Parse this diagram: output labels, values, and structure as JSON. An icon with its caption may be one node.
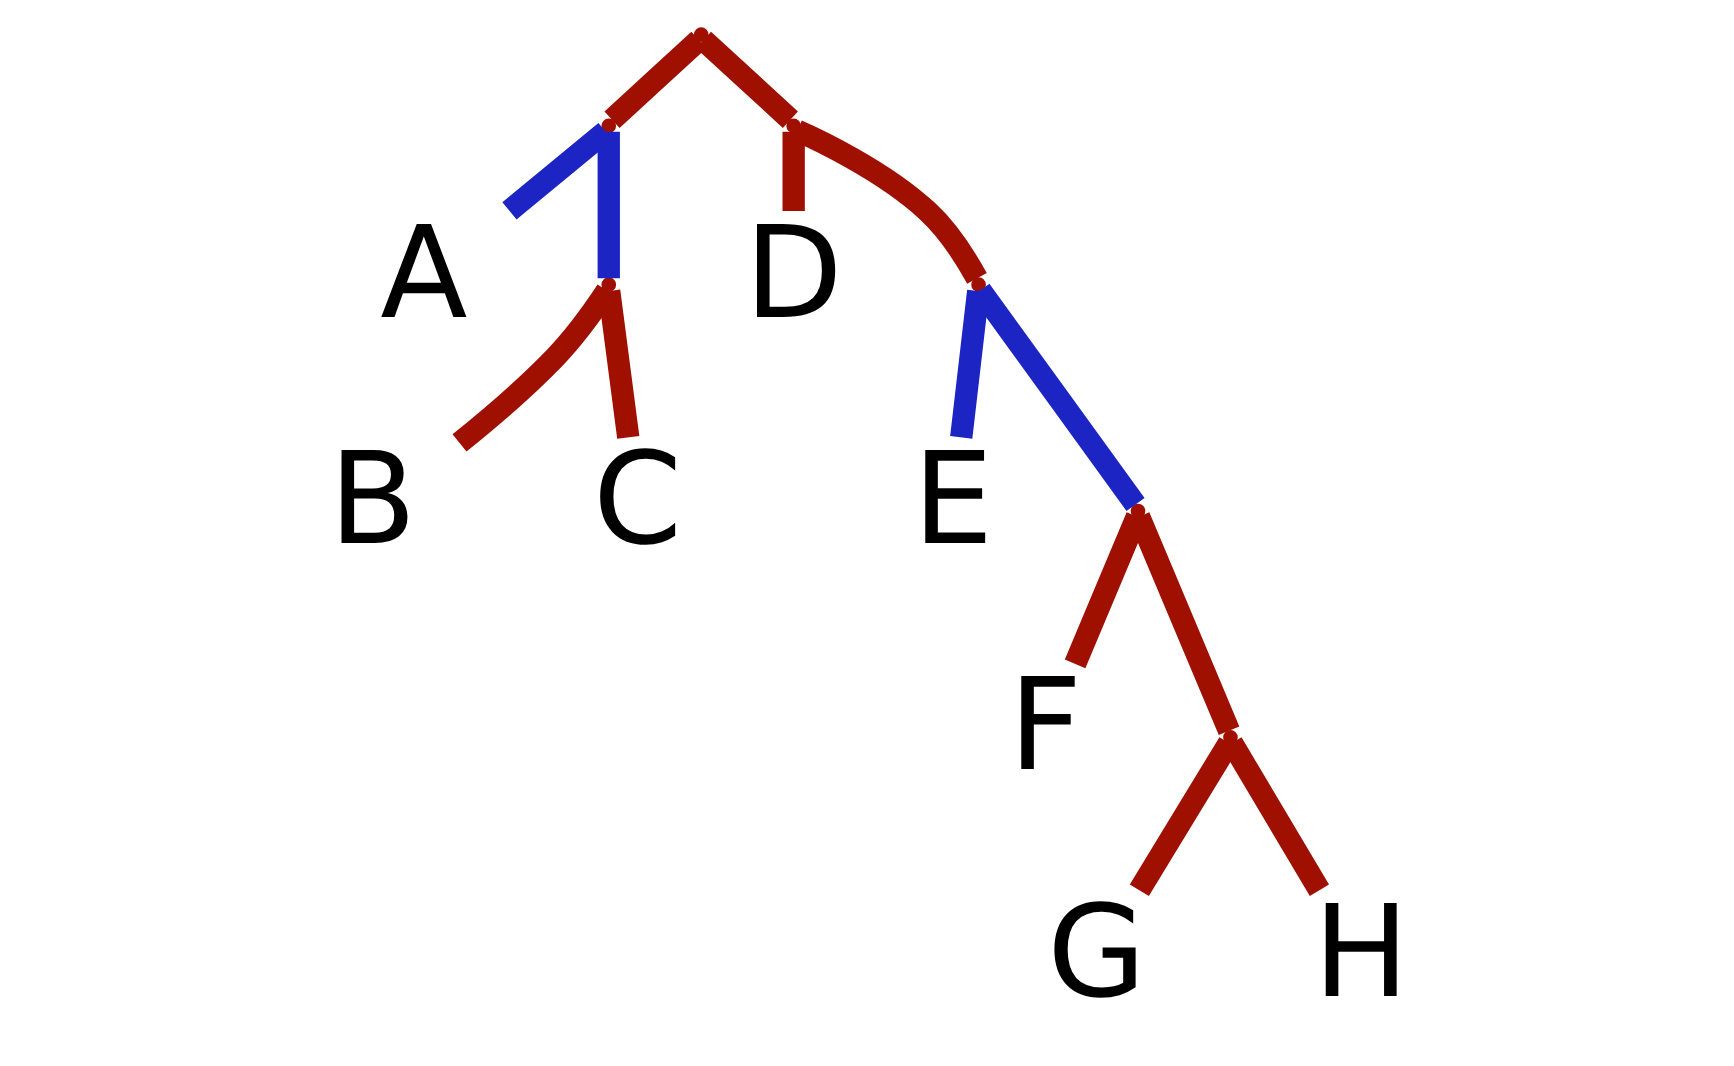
{
  "diagram": {
    "nodes": [
      {
        "text": [],
        "shape": "point"
      },
      {
        "text": [],
        "shape": "point"
      },
      {
        "text": [
          "A"
        ]
      },
      {
        "text": [],
        "shape": "point"
      },
      {
        "text": [
          "B"
        ]
      },
      {
        "text": [
          "C"
        ]
      },
      {
        "text": [],
        "shape": "point"
      },
      {
        "text": [
          "D"
        ]
      },
      {
        "text": [],
        "shape": "point"
      },
      {
        "text": [
          "E"
        ]
      },
      {
        "text": [],
        "shape": "point"
      },
      {
        "text": [
          "F"
        ]
      },
      {
        "text": [],
        "shape": "point"
      },
      {
        "text": [
          "G"
        ]
      },
      {
        "text": [
          "H"
        ]
      }
    ],
    "edges": [
      {
        "from": 0,
        "to": 1,
        "arrow": "none"
      },
      {
        "from": 0,
        "to": 6,
        "arrow": "none"
      },
      {
        "from": 1,
        "to": 2,
        "arrow": "none",
        "color": "#1c24c4"
      },
      {
        "from": 1,
        "to": 3,
        "arrow": "none",
        "color": "#1c24c4"
      },
      {
        "from": 3,
        "to": 4,
        "arrow": "none"
      },
      {
        "from": 3,
        "to": 5,
        "arrow": "none"
      },
      {
        "from": 6,
        "to": 7,
        "arrow": "none"
      },
      {
        "from": 6,
        "to": 8,
        "arrow": "none"
      },
      {
        "from": 8,
        "to": 9,
        "arrow": "none",
        "color": "#1c24c4"
      },
      {
        "from": 8,
        "to": 10,
        "arrow": "none",
        "color": "#1c24c4"
      },
      {
        "from": 10,
        "to": 11,
        "arrow": "none"
      },
      {
        "from": 10,
        "to": 12,
        "arrow": "none"
      },
      {
        "from": 12,
        "to": 13,
        "arrow": "none"
      },
      {
        "from": 12,
        "to": 14,
        "arrow": "none"
      }
    ]
  }
}
